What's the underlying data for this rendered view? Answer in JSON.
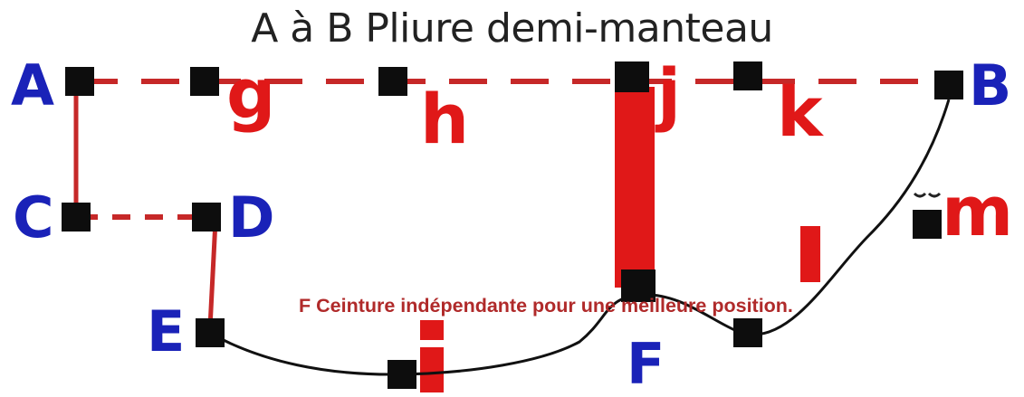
{
  "title": "A à B Pliure demi-manteau",
  "note": "F Ceinture indépendante pour une meilleure position.",
  "colors": {
    "point_label": "#1a22b8",
    "segment_label": "#e01818",
    "dashed_line": "#c62828",
    "curve": "#111111",
    "marker": "#0d0d0d",
    "note": "#b02a2a"
  },
  "point_labels": {
    "A": "A",
    "B": "B",
    "C": "C",
    "D": "D",
    "E": "E",
    "F": "F"
  },
  "segment_labels": {
    "g": "g",
    "h": "h",
    "i": "i",
    "j": "j",
    "k": "k",
    "l": "l",
    "m": "m"
  }
}
